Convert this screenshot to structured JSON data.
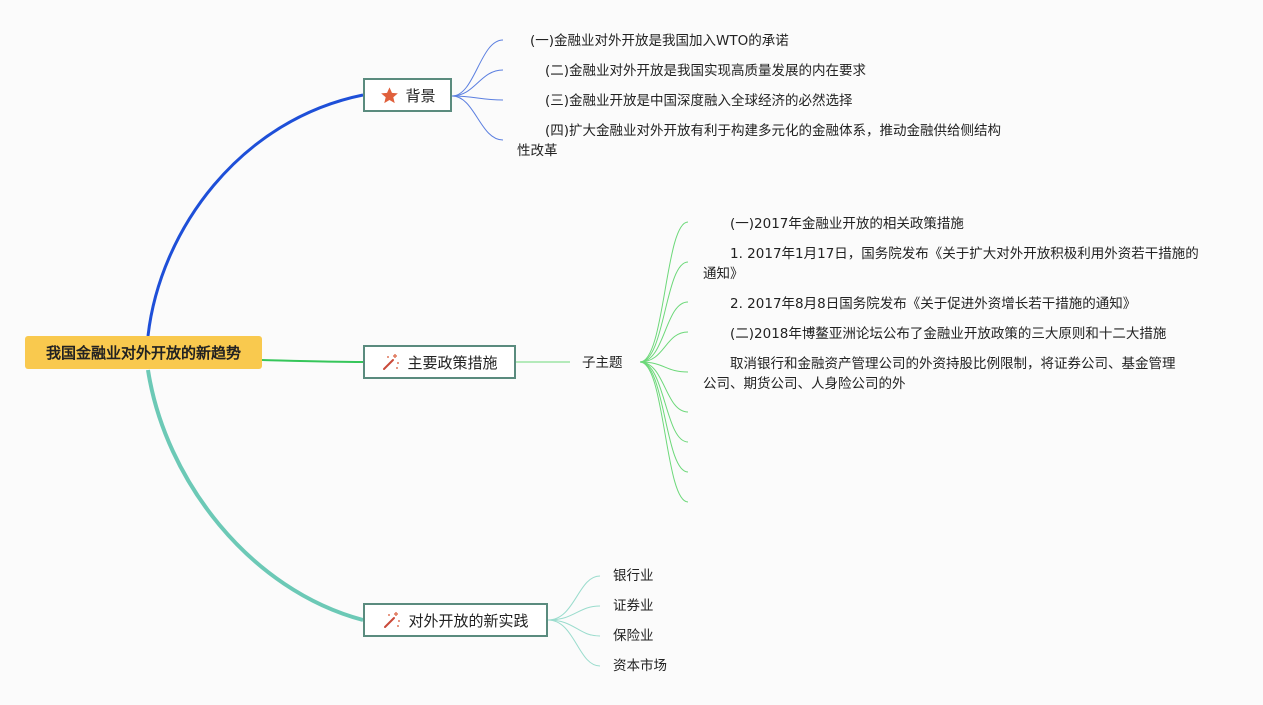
{
  "root": {
    "label": "我国金融业对外开放的新趋势"
  },
  "colors": {
    "root_fill": "#f9c94e",
    "branch_background": "#1e4fd8",
    "branch_policy": "#36c65a",
    "branch_practice": "#6cc9b6",
    "leaf_background": "#5b7fe0",
    "leaf_policy": "#6cd879",
    "leaf_practice": "#9adccd",
    "topic_border": "#5a8b7e"
  },
  "branches": {
    "background": {
      "label": "背景",
      "icon": "star-icon",
      "items": [
        "(一)金融业对外开放是我国加入WTO的承诺",
        "(二)金融业对外开放是我国实现高质量发展的内在要求",
        "(三)金融业开放是中国深度融入全球经济的必然选择",
        "(四)扩大金融业对外开放有利于构建多元化的金融体系，推动金融供给侧结构",
        "性改革"
      ]
    },
    "policy": {
      "label": "主要政策措施",
      "icon": "magic-wand-icon",
      "subtopic": "子主题",
      "items": [
        "(一)2017年金融业开放的相关政策措施",
        "1. 2017年1月17日，国务院发布《关于扩大对外开放积极利用外资若干措施的",
        "通知》",
        "2. 2017年8月8日国务院发布《关于促进外资增长若干措施的通知》",
        "(二)2018年博鳌亚洲论坛公布了金融业开放政策的三大原则和十二大措施",
        "取消银行和金融资产管理公司的外资持股比例限制，将证券公司、基金管理",
        "公司、期货公司、人身险公司的外"
      ]
    },
    "practice": {
      "label": "对外开放的新实践",
      "icon": "magic-wand-icon",
      "items": [
        "银行业",
        "证券业",
        "保险业",
        "资本市场"
      ]
    }
  }
}
